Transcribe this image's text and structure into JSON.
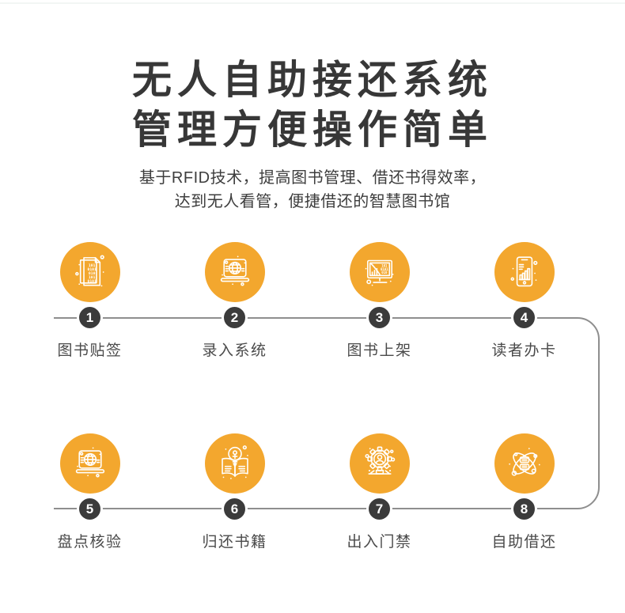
{
  "colors": {
    "accent_orange": "#F3A72E",
    "badge_dark": "#3B3B3B",
    "line_gray": "#8E8E8E",
    "title_text": "#373737",
    "subtitle_text": "#3D3D3D",
    "label_text": "#4A4A4A",
    "icon_stroke": "#FFFFFF"
  },
  "header": {
    "title_line1": "无人自助接还系统",
    "title_line2": "管理方便操作简单",
    "subtitle_line1": "基于RFID技术，提高图书管理、借还书得效率，",
    "subtitle_line2": "达到无人看管，便捷借还的智慧图书馆"
  },
  "steps": [
    {
      "number": "1",
      "label": "图书贴签",
      "icon": "binary-documents-icon"
    },
    {
      "number": "2",
      "label": "录入系统",
      "icon": "laptop-globe-icon"
    },
    {
      "number": "3",
      "label": "图书上架",
      "icon": "monitor-chart-icon"
    },
    {
      "number": "4",
      "label": "读者办卡",
      "icon": "phone-stats-icon"
    },
    {
      "number": "5",
      "label": "盘点核验",
      "icon": "laptop-globe-icon"
    },
    {
      "number": "6",
      "label": "归还书籍",
      "icon": "book-bulb-icon"
    },
    {
      "number": "7",
      "label": "出入门禁",
      "icon": "gear-user-icon"
    },
    {
      "number": "8",
      "label": "自助借还",
      "icon": "atom-docs-icon"
    }
  ]
}
